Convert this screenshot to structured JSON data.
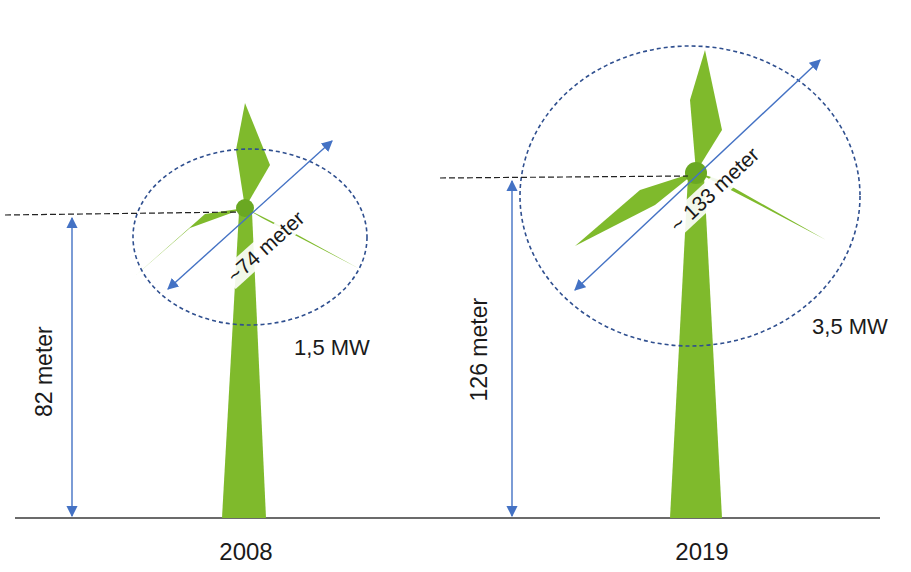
{
  "diagram": {
    "labels": [
      "82 meter",
      "~74 meter",
      "1,5 MW",
      "2008",
      "126 meter",
      "~ 133 meter",
      "3,5 MW",
      "2019"
    ]
  }
}
